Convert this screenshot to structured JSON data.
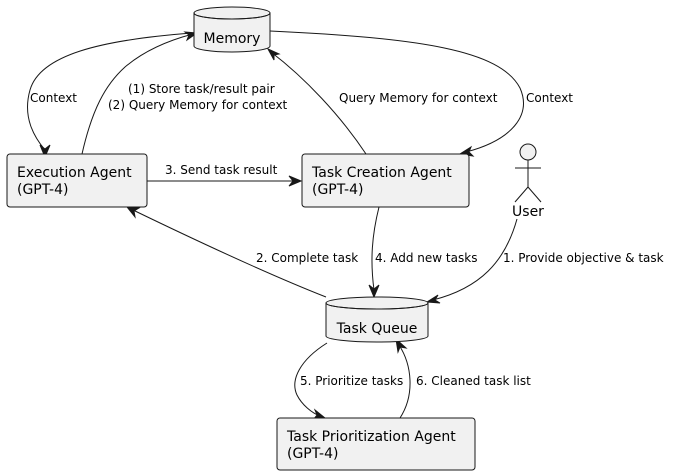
{
  "nodes": {
    "memory": {
      "label": "Memory"
    },
    "execution_agent": {
      "line1": "Execution Agent",
      "line2": "(GPT-4)"
    },
    "task_creation_agent": {
      "line1": "Task Creation Agent",
      "line2": "(GPT-4)"
    },
    "task_queue": {
      "label": "Task Queue"
    },
    "task_prioritization_agent": {
      "line1": "Task Prioritization Agent",
      "line2": "(GPT-4)"
    },
    "user": {
      "label": "User"
    }
  },
  "edges": {
    "memory_to_execution": "Context",
    "execution_to_memory_line1": "(1) Store task/result pair",
    "execution_to_memory_line2": "(2) Query Memory for context",
    "creation_to_memory": "Query Memory for context",
    "memory_to_creation": "Context",
    "execution_to_creation": "3. Send task result",
    "queue_to_execution": "2. Complete task",
    "creation_to_queue": "4. Add new tasks",
    "user_to_queue": "1. Provide objective & task",
    "queue_to_prioritization": "5. Prioritize tasks",
    "prioritization_to_queue": "6. Cleaned task list"
  },
  "colors": {
    "node_fill": "#f1f1f1",
    "stroke": "#181818",
    "background": "#ffffff"
  }
}
